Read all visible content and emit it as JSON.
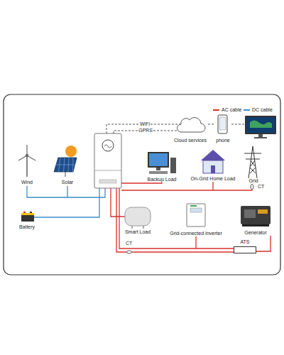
{
  "diagram": {
    "nodes": [
      {
        "text": [
          "Cloud services"
        ]
      },
      {
        "text": [
          "phone"
        ]
      },
      {
        "text": [
          "Wind"
        ]
      },
      {
        "text": [
          "Solar"
        ]
      },
      {
        "text": [
          "Backup Load"
        ]
      },
      {
        "text": [
          "On-Grid Home Load"
        ]
      },
      {
        "text": [
          "Grid"
        ]
      },
      {
        "text": [
          "Battery"
        ]
      },
      {
        "text": [
          "Smart Load"
        ]
      },
      {
        "text": [
          "Grid-connected Inverter"
        ]
      },
      {
        "text": [
          "Generator"
        ]
      },
      {
        "text": [
          "ATS"
        ]
      }
    ],
    "edges": [
      {
        "from": 0,
        "to": 1,
        "arrow": "none"
      },
      {
        "from": 10,
        "to": 11,
        "arrow": "none"
      }
    ],
    "labels": [
      "WiFi",
      "GPRS",
      "CT",
      "CT"
    ],
    "legend": [
      {
        "text": "AC cable"
      },
      {
        "text": "DC cable"
      }
    ]
  }
}
